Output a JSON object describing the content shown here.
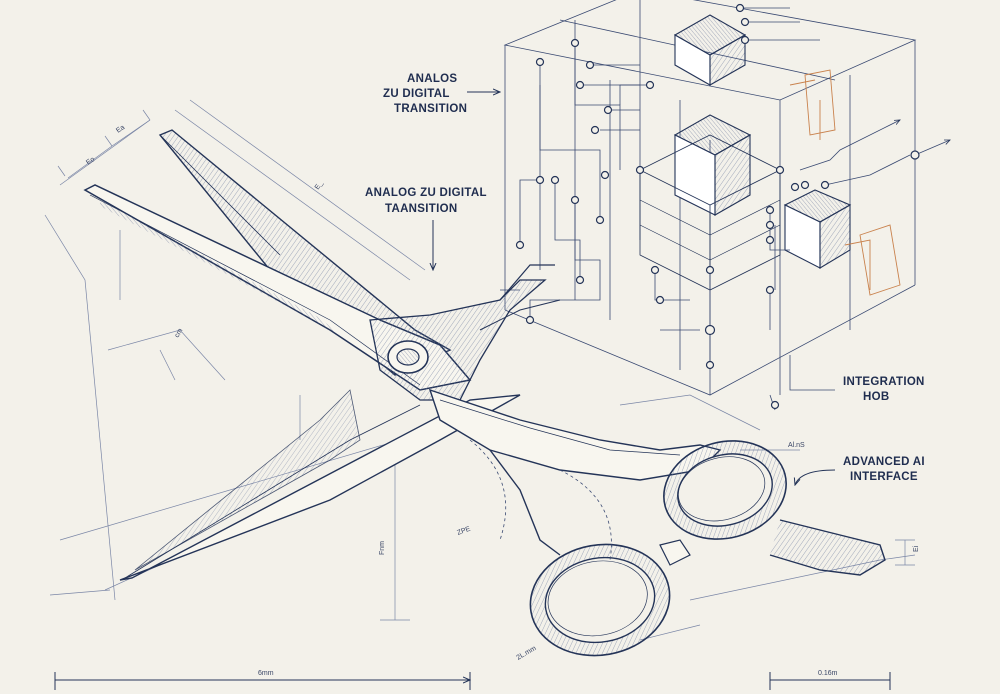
{
  "callouts": {
    "analos": [
      "ANALOS",
      "ZU DIGITAL",
      "TRANSITION"
    ],
    "analog": [
      "ANALOG ZU DIGITAL",
      "TAANSITION"
    ],
    "integration": [
      "INTEGRATION",
      "HOB"
    ],
    "advanced": [
      "ADVANCED AI",
      "INTERFACE"
    ]
  },
  "dimensions": {
    "top_a": "Eo",
    "top_b": "Ea",
    "blade_len": "E_",
    "left_angle": "cm",
    "center_h": "Fnm",
    "mid_tag": "ZPE",
    "right_tag": "Al.nS",
    "handle_w": "Ei",
    "bottom_left": "6mm",
    "bottom_right": "0.16m",
    "small_tag": "2L.mm"
  },
  "colors": {
    "paper": "#f3f1ea",
    "ink": "#243458",
    "accent": "#c9824d"
  }
}
